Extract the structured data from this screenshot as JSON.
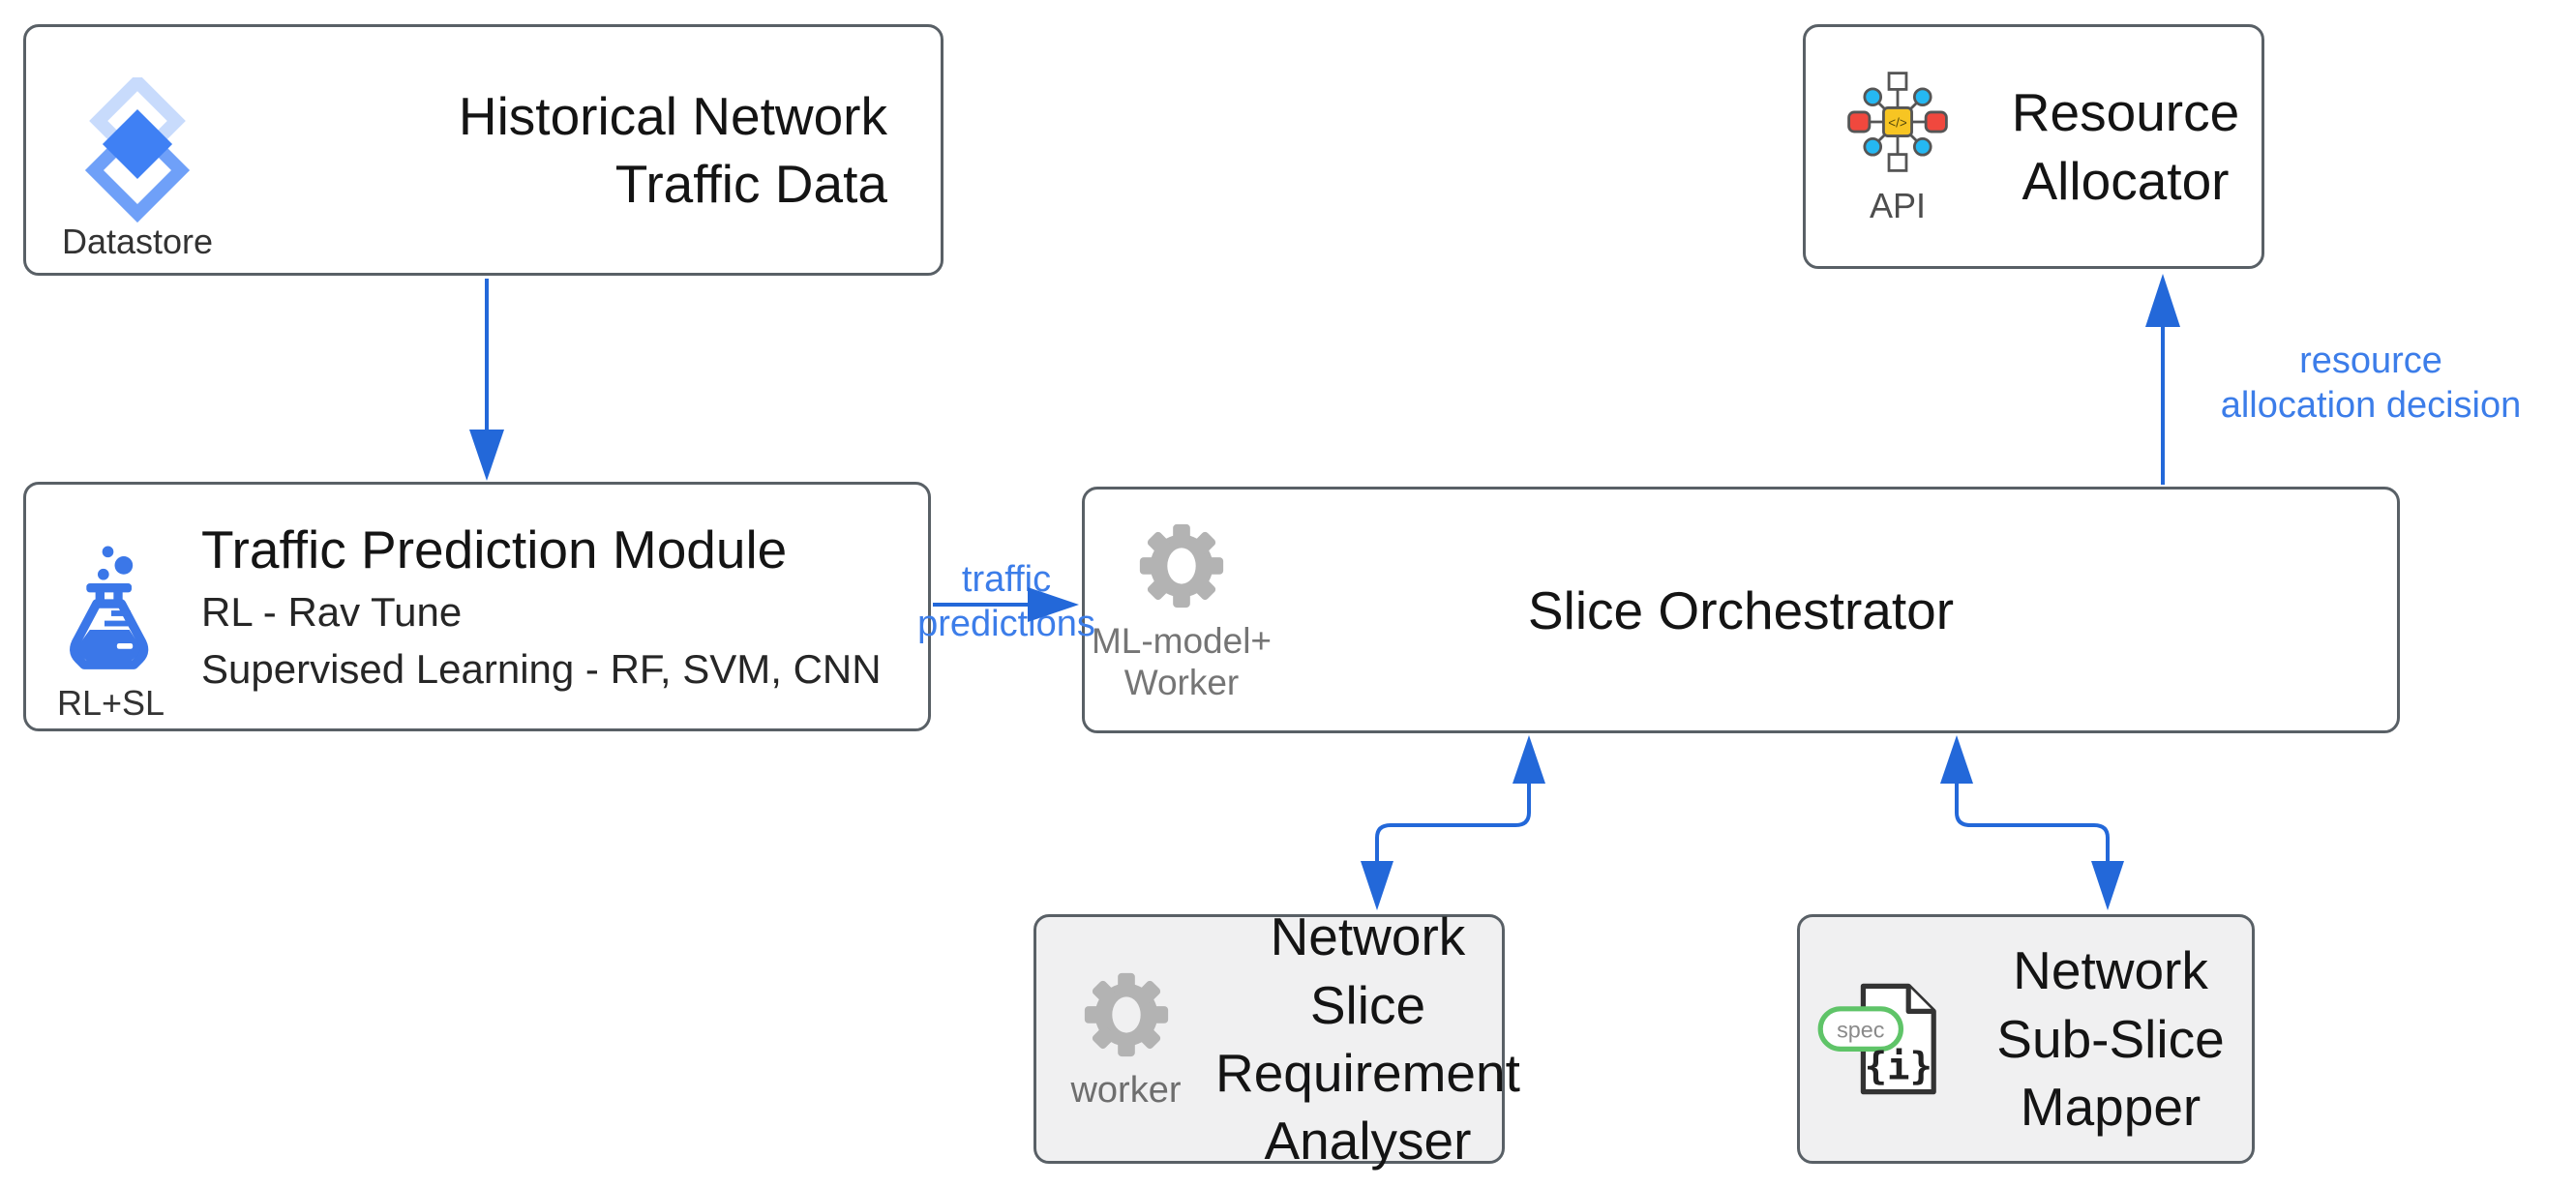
{
  "diagram": {
    "background": "#ffffff",
    "arrow_color": "#2368d9",
    "edge_label_color": "#3c7de9",
    "box_border_color": "#596066",
    "gray_box_fill": "#f0f0f1"
  },
  "nodes": {
    "historical": {
      "title_line1": "Historical Network",
      "title_line2": "Traffic Data",
      "icon_caption": "Datastore"
    },
    "prediction": {
      "title": "Traffic Prediction Module",
      "sub_line1": "RL - Rav Tune",
      "sub_line2": "Supervised Learning - RF, SVM, CNN",
      "icon_caption": "RL+SL"
    },
    "orchestrator": {
      "title": "Slice Orchestrator",
      "icon_caption_line1": "ML-model+",
      "icon_caption_line2": "Worker"
    },
    "allocator": {
      "title_line1": "Resource",
      "title_line2": "Allocator",
      "icon_caption": "API",
      "icon_code_glyph": "</>"
    },
    "analyser": {
      "title_line1": "Network Slice",
      "title_line2": "Requirement",
      "title_line3": "Analyser",
      "icon_caption": "worker"
    },
    "mapper": {
      "title_line1": "Network Sub-Slice",
      "title_line2": "Mapper",
      "icon_badge": "spec",
      "icon_glyph": "{i}"
    }
  },
  "edges": {
    "traffic_predictions": {
      "label_line1": "traffic",
      "label_line2": "predictions"
    },
    "resource_allocation": {
      "label_line1": "resource",
      "label_line2": "allocation decision"
    }
  }
}
